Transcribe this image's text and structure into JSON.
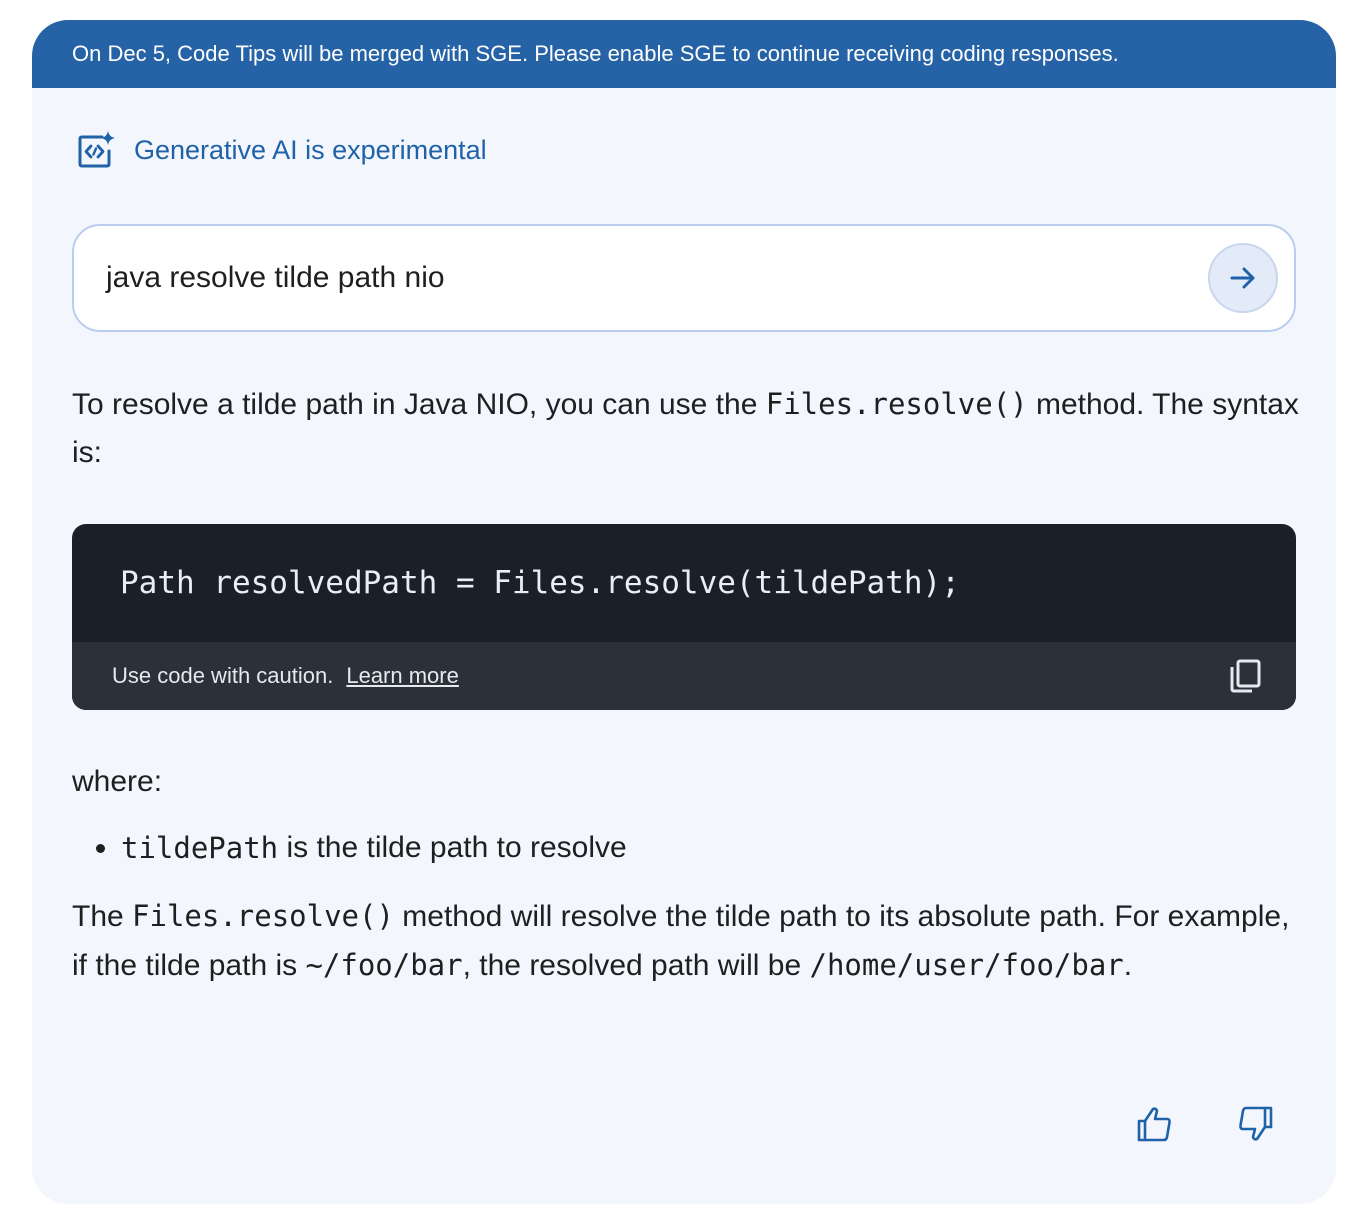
{
  "banner": {
    "text": "On Dec 5, Code Tips will be merged with SGE. Please enable SGE to continue receiving coding responses."
  },
  "header": {
    "icon": "code-sparkle-icon",
    "label": "Generative AI is experimental"
  },
  "query": {
    "value": "java resolve tilde path nio",
    "submit_icon": "arrow-right-icon"
  },
  "answer": {
    "intro": {
      "text1": "To resolve a tilde path in Java NIO, you can use the ",
      "code1": "Files.resolve()",
      "text2": " method. The syntax is:"
    },
    "code_block": {
      "code": "Path resolvedPath = Files.resolve(tildePath);",
      "caution": "Use code with caution.",
      "learn_more": "Learn more",
      "copy_icon": "copy-icon"
    },
    "where_label": "where:",
    "bullets": [
      {
        "code": "tildePath",
        "text": " is the tilde path to resolve"
      }
    ],
    "explanation": {
      "text1": "The ",
      "code1": "Files.resolve()",
      "text2": " method will resolve the tilde path to its absolute path. For example, if the tilde path is ",
      "code2": "~/foo/bar",
      "text3": ", the resolved path will be ",
      "code3": "/home/user/foo/bar",
      "text4": "."
    }
  },
  "feedback": {
    "thumbs_up_icon": "thumbs-up-icon",
    "thumbs_down_icon": "thumbs-down-icon"
  },
  "colors": {
    "banner_bg": "#2663a6",
    "card_bg": "#f3f6fd",
    "accent": "#1f62a8",
    "code_bg": "#1b1f27",
    "code_footer_bg": "#2b3039"
  }
}
